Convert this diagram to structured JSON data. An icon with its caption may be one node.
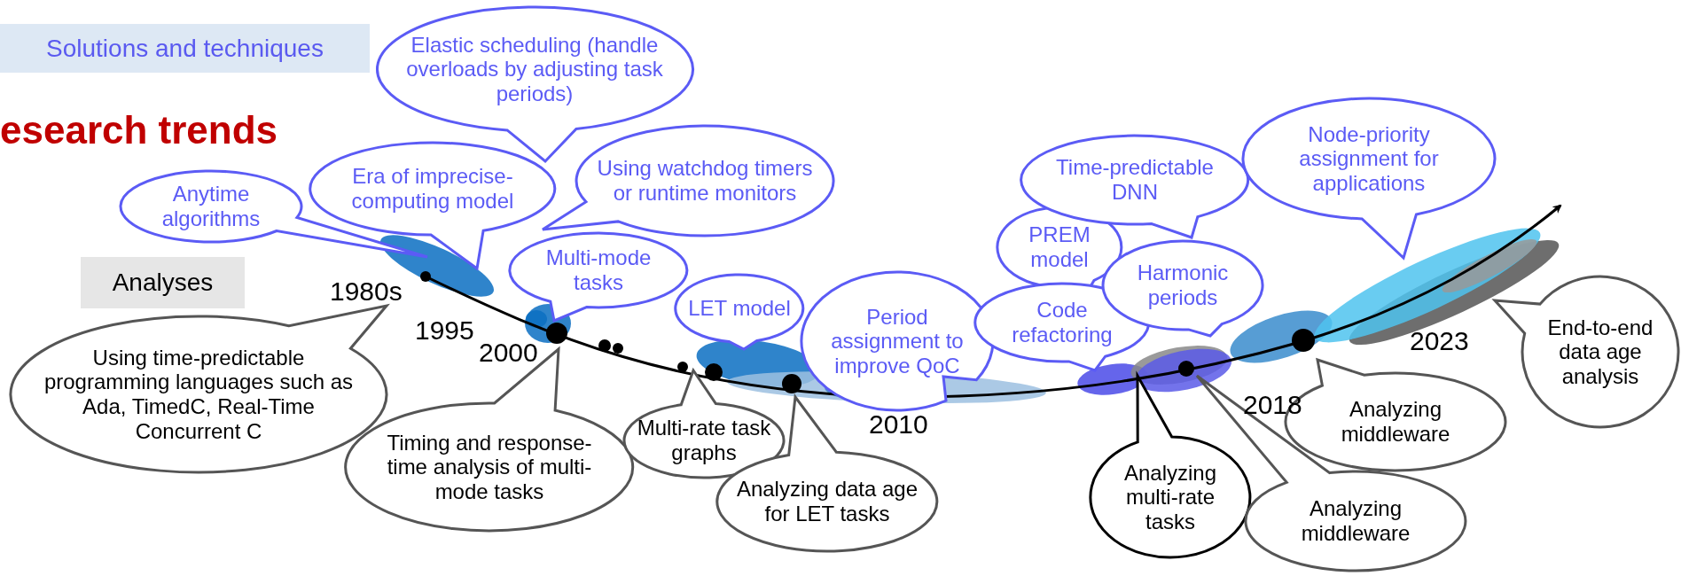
{
  "diagram": {
    "title": "esearch trends",
    "nodes": [
      {
        "text": [
          "Solutions and techniques"
        ]
      },
      {
        "text": [
          "Analyses"
        ]
      },
      {
        "text": [
          "Anytime algorithms"
        ]
      },
      {
        "text": [
          "Era of imprecise-computing model"
        ]
      },
      {
        "text": [
          "Elastic scheduling (handle overloads by adjusting task periods)"
        ]
      },
      {
        "text": [
          "Using watchdog timers or runtime monitors"
        ]
      },
      {
        "text": [
          "Multi-mode tasks"
        ]
      },
      {
        "text": [
          "LET model"
        ]
      },
      {
        "text": [
          "Period assignment to improve QoC"
        ]
      },
      {
        "text": [
          "PREM model"
        ]
      },
      {
        "text": [
          "Time-predictable DNN"
        ]
      },
      {
        "text": [
          "Code refactoring"
        ]
      },
      {
        "text": [
          "Harmonic periods"
        ]
      },
      {
        "text": [
          "Node-priority assignment for applications"
        ]
      },
      {
        "text": [
          "Using time-predictable programming languages such as Ada, TimedC, Real-Time Concurrent C"
        ]
      },
      {
        "text": [
          "Timing and response-time analysis of multi-mode tasks"
        ]
      },
      {
        "text": [
          "Multi-rate task graphs"
        ]
      },
      {
        "text": [
          "Analyzing data age for LET tasks"
        ]
      },
      {
        "text": [
          "Analyzing multi-rate tasks"
        ]
      },
      {
        "text": [
          "Analyzing middleware"
        ]
      },
      {
        "text": [
          "Analyzing middleware"
        ]
      },
      {
        "text": [
          "End-to-end data age analysis"
        ]
      }
    ],
    "labels": [
      "1980s",
      "1995",
      "2000",
      "2010",
      "2018",
      "2023"
    ]
  }
}
